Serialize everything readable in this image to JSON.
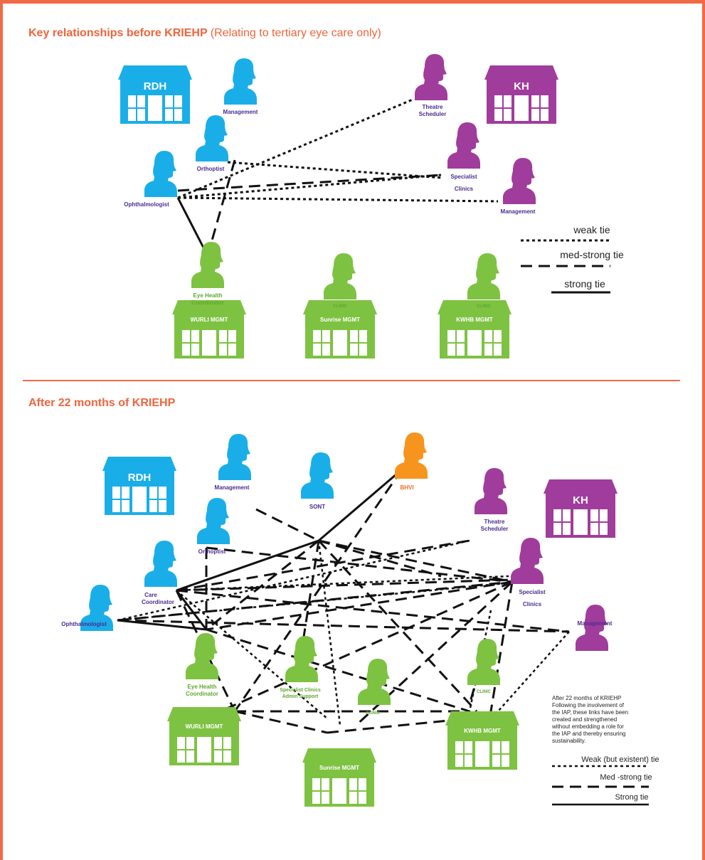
{
  "colors": {
    "accent": "#f0643c",
    "rdh_blue": "#1aaee8",
    "kh_purple": "#a03c9c",
    "community_green": "#7ec242",
    "bhvi_orange": "#f7941d",
    "label_purple": "#4b2c91",
    "label_green": "#5fa82e",
    "label_orange": "#f06d1f"
  },
  "before": {
    "title": "Key relationships before KRIEHP",
    "subtitle": "(Relating to tertiary eye care only)",
    "buildings": [
      "RDH",
      "KH",
      "WURLI MGMT",
      "Sunrise MGMT",
      "KWHB MGMT"
    ],
    "people": {
      "management_rdh": "Management",
      "orthoptist": "Orthoptist",
      "ophthalmologist": "Ophthalmologist",
      "theatre_1": "Theatre",
      "theatre_2": "Scheduler",
      "specialist_1": "Specialist",
      "specialist_2": "Clinics",
      "management_kh": "Management",
      "ehc_1": "Eye Health",
      "ehc_2": "Coordinator",
      "clinic_sunrise": "CLINIC",
      "clinic_kwhb": "CLINIC"
    },
    "legend": [
      "weak tie",
      "med-strong tie",
      "strong tie"
    ]
  },
  "after": {
    "title": "After 22 months of KRIEHP",
    "buildings": [
      "RDH",
      "KH",
      "WURLI MGMT",
      "Sunrise MGMT",
      "KWHB MGMT"
    ],
    "people": {
      "management_rdh": "Management",
      "sont": "SONT",
      "bhvi": "BHVI",
      "theatre_1": "Theatre",
      "theatre_2": "Scheduler",
      "orthoptist": "Orthoptist",
      "care_1": "Care",
      "care_2": "Coordinator",
      "specialist_1": "Specialist",
      "specialist_2": "Clinics",
      "ophthalmologist": "Ophthalmologist",
      "management_kh": "Management",
      "ehc_1": "Eye Health",
      "ehc_2": "Coordinator",
      "sca_1": "Specialist Clinics",
      "sca_2": "Admin Support",
      "clinic_a": "CLINIC",
      "clinic_b": "CLINIC"
    },
    "note": [
      "After 22 months of KRIEHP",
      "Following the involvement of",
      "the IAP, these links have been",
      "created and strengthened",
      "without embedding a role for",
      "the IAP and thereby ensuring",
      "sustainability."
    ],
    "legend": [
      "Weak (but existent) tie",
      "Med -strong tie",
      "Strong tie"
    ]
  }
}
